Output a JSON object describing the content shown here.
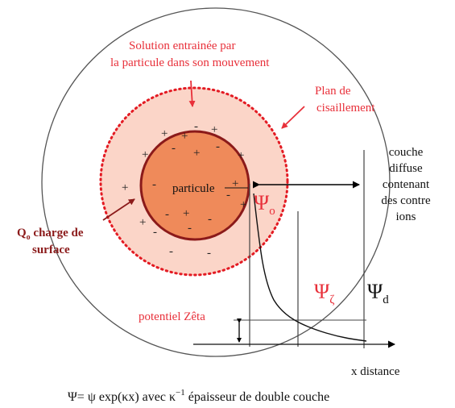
{
  "labels": {
    "solution_line1": "Solution entrainée par",
    "solution_line2": "la particule dans son mouvement",
    "plan_line1": "Plan de",
    "plan_line2": "cisaillement",
    "couche_lines": [
      "couche",
      "diffuse",
      "contenant",
      "des contre",
      "ions"
    ],
    "particule": "particule",
    "charge_Q": "Q",
    "charge_sub": "o",
    "charge_line1_rest": " charge de",
    "charge_line2": "surface",
    "psi_symbol": "Ψ",
    "psi_o_sub": "o",
    "psi_zeta_sub": "ζ",
    "psi_d_sub": "d",
    "potentiel": "potentiel Zêta",
    "x_distance": "x distance"
  },
  "signs": {
    "plus": "+",
    "minus": "-"
  },
  "formula": {
    "part1": "Ψ= ψ exp(κx)   avec  κ",
    "superscript": "−1",
    "part2": "  épaisseur de double couche"
  },
  "colors": {
    "red_text": "#e8303a",
    "dark_red": "#8b1a1a",
    "particle_fill": "#ef8a5a",
    "particle_stroke": "#8b1a1a",
    "shell_fill": "#fbd5c8",
    "shell_dots": "#e31b23",
    "outline": "#555555"
  }
}
